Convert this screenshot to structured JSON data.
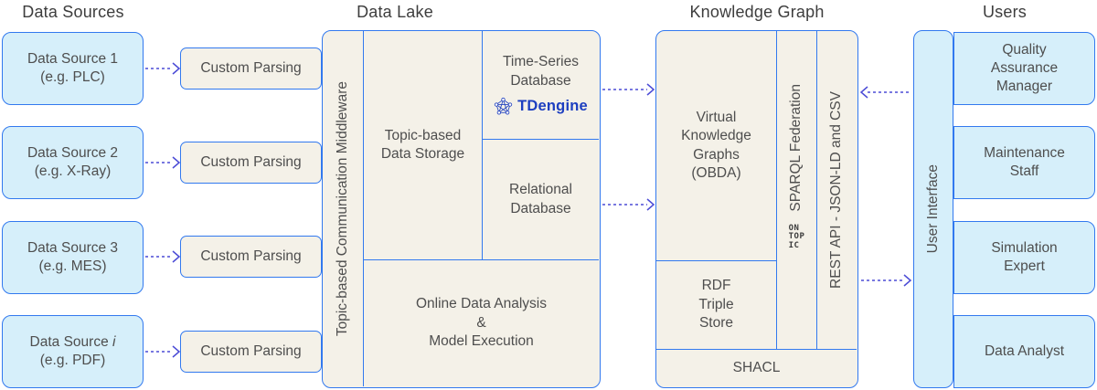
{
  "colors": {
    "box_blue_fill": "#d6effa",
    "box_border": "#3279ef",
    "panel_fill": "#f4f1e8",
    "arrow": "#4b4bd6",
    "tdengine_blue": "#1d3fc0",
    "text": "#4e4e4e",
    "title_text": "#3d3d3d"
  },
  "titles": {
    "data_sources": "Data Sources",
    "data_lake": "Data Lake",
    "knowledge_graph": "Knowledge Graph",
    "users": "Users"
  },
  "data_sources": [
    {
      "name": "Data Source",
      "id": "1",
      "id_style": "font-style:normal",
      "example": "(e.g. PLC)"
    },
    {
      "name": "Data Source",
      "id": "2",
      "id_style": "font-style:normal",
      "example": "(e.g. X-Ray)"
    },
    {
      "name": "Data Source",
      "id": "3",
      "id_style": "font-style:normal",
      "example": "(e.g. MES)"
    },
    {
      "name": "Data Source",
      "id": "i",
      "id_style": "font-style:italic",
      "example": "(e.g. PDF)"
    }
  ],
  "custom_parsing": {
    "label": "Custom Parsing"
  },
  "data_lake": {
    "middleware_label": "Topic-based Communication Middleware",
    "storage_label": "Topic-based\nData Storage",
    "timeseries_label": "Time-Series\nDatabase",
    "tdengine_label": "TDengine",
    "relational_label": "Relational\nDatabase",
    "analysis_label": "Online Data Analysis\n&\nModel Execution"
  },
  "knowledge_graph": {
    "vkg_label": "Virtual\nKnowledge\nGraphs\n(OBDA)",
    "sparql_label": "SPARQL Federation",
    "ontopic_logo": {
      "line1": "ON",
      "line2": "TOP",
      "line3": "IC"
    },
    "rest_label": "REST API - JSON-LD and CSV",
    "rdf_label": "RDF\nTriple\nStore",
    "shacl_label": "SHACL"
  },
  "users": {
    "ui_label": "User Interface",
    "roles": [
      "Quality\nAssurance\nManager",
      "Maintenance\nStaff",
      "Simulation\nExpert",
      "Data Analyst"
    ]
  }
}
